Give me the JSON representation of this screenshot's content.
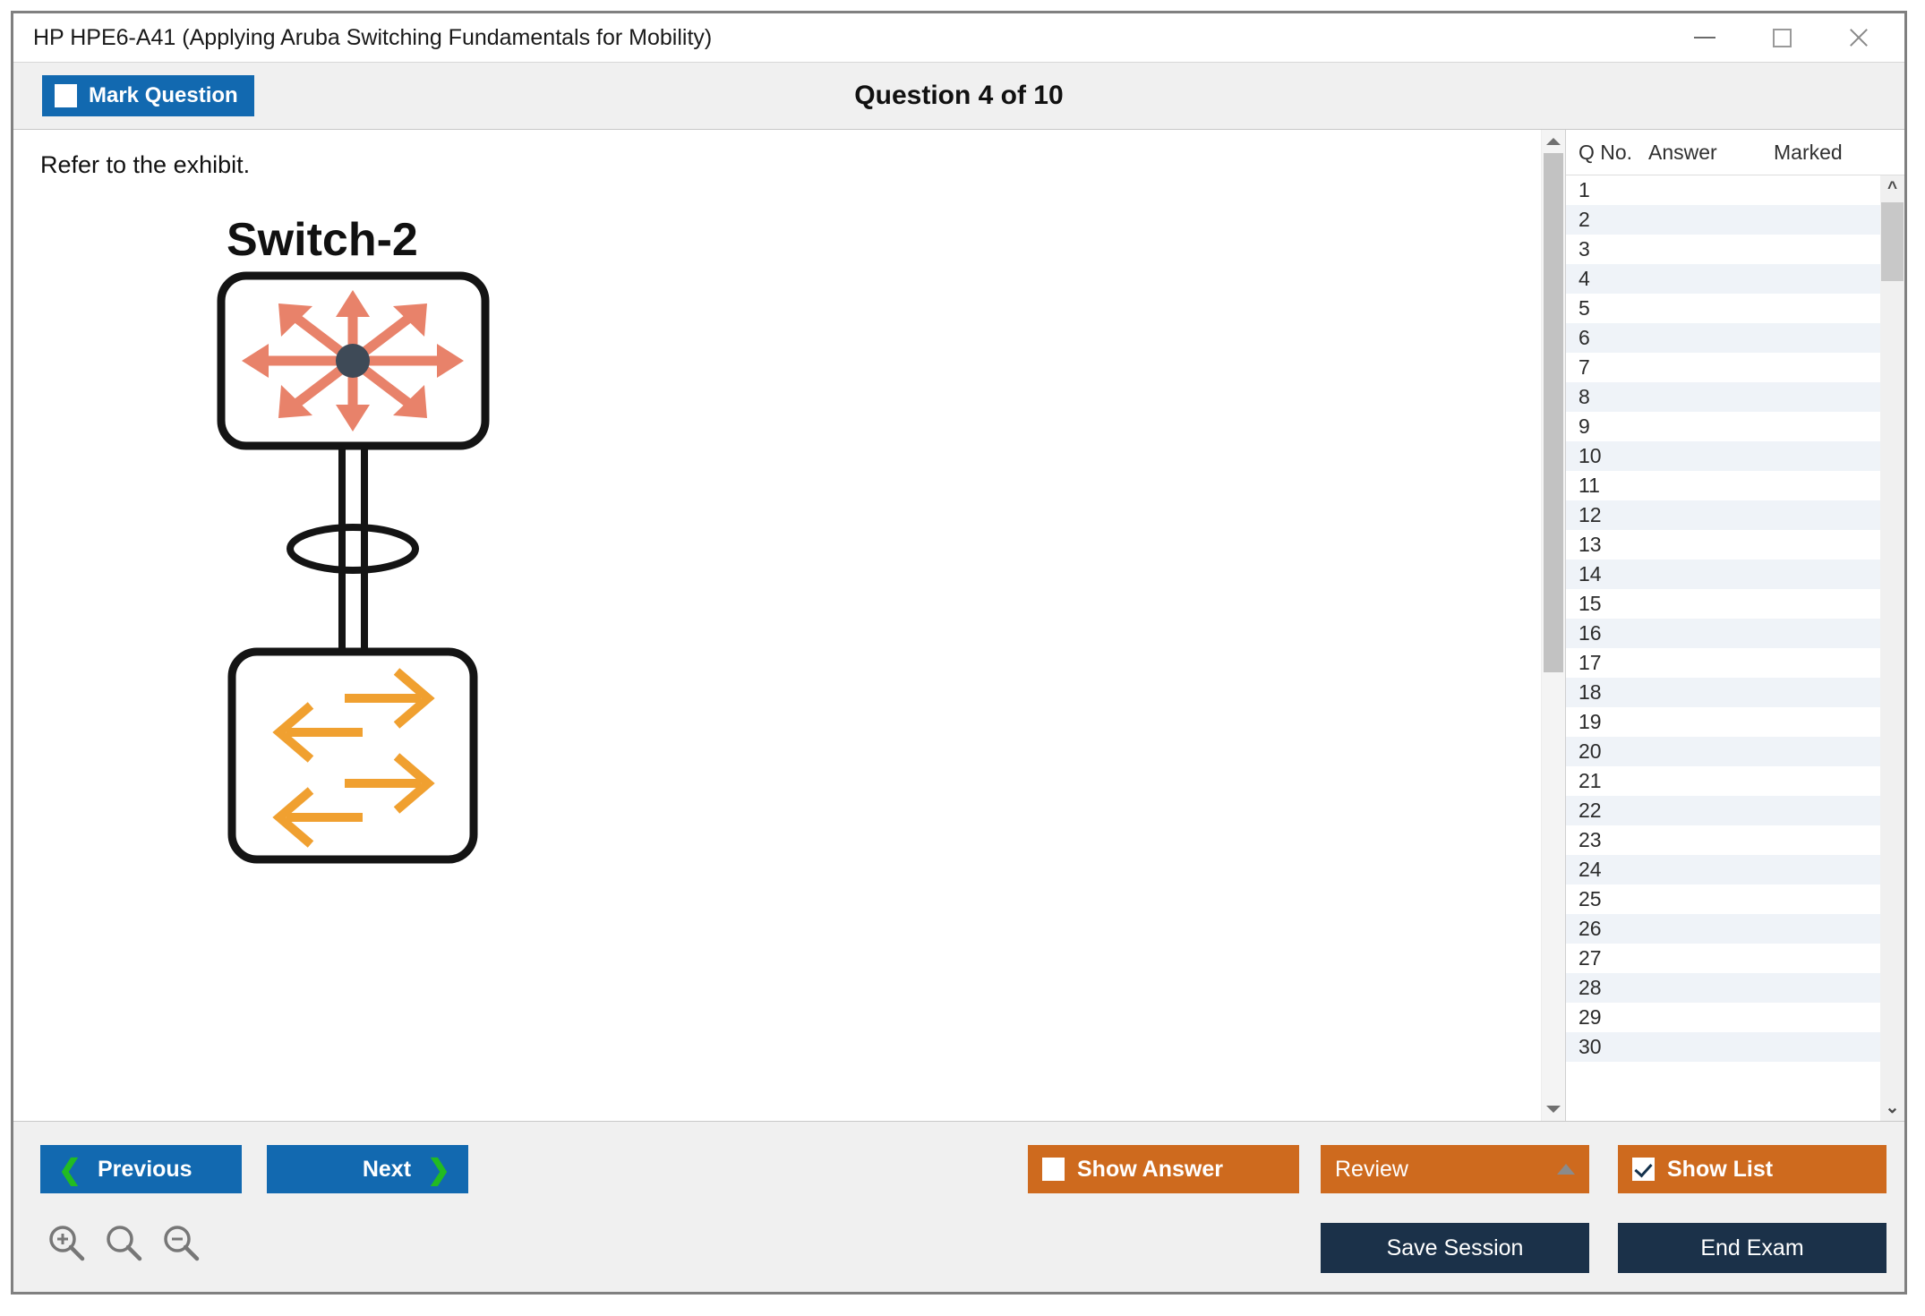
{
  "window": {
    "title": "HP HPE6-A41 (Applying Aruba Switching Fundamentals for Mobility)",
    "controls": {
      "minimize": "minimize-icon",
      "maximize": "maximize-icon",
      "close": "close-icon"
    }
  },
  "header": {
    "mark_question_label": "Mark Question",
    "mark_question_checked": false,
    "question_counter": "Question 4 of 10"
  },
  "content": {
    "refer_text": "Refer to the exhibit.",
    "exhibit": {
      "top_device_label": "Switch-2",
      "top_device_icon": "layer3-switch-icon",
      "bottom_device_icon": "layer2-switch-icon",
      "link_icon": "link-aggregation-ellipse-icon",
      "top_arrow_color": "#E8826A",
      "bottom_arrow_color": "#F0A030",
      "outline_color": "#111111"
    }
  },
  "question_list": {
    "columns": [
      "Q No.",
      "Answer",
      "Marked"
    ],
    "rows": [
      {
        "no": "1",
        "answer": "",
        "marked": ""
      },
      {
        "no": "2",
        "answer": "",
        "marked": ""
      },
      {
        "no": "3",
        "answer": "",
        "marked": ""
      },
      {
        "no": "4",
        "answer": "",
        "marked": ""
      },
      {
        "no": "5",
        "answer": "",
        "marked": ""
      },
      {
        "no": "6",
        "answer": "",
        "marked": ""
      },
      {
        "no": "7",
        "answer": "",
        "marked": ""
      },
      {
        "no": "8",
        "answer": "",
        "marked": ""
      },
      {
        "no": "9",
        "answer": "",
        "marked": ""
      },
      {
        "no": "10",
        "answer": "",
        "marked": ""
      },
      {
        "no": "11",
        "answer": "",
        "marked": ""
      },
      {
        "no": "12",
        "answer": "",
        "marked": ""
      },
      {
        "no": "13",
        "answer": "",
        "marked": ""
      },
      {
        "no": "14",
        "answer": "",
        "marked": ""
      },
      {
        "no": "15",
        "answer": "",
        "marked": ""
      },
      {
        "no": "16",
        "answer": "",
        "marked": ""
      },
      {
        "no": "17",
        "answer": "",
        "marked": ""
      },
      {
        "no": "18",
        "answer": "",
        "marked": ""
      },
      {
        "no": "19",
        "answer": "",
        "marked": ""
      },
      {
        "no": "20",
        "answer": "",
        "marked": ""
      },
      {
        "no": "21",
        "answer": "",
        "marked": ""
      },
      {
        "no": "22",
        "answer": "",
        "marked": ""
      },
      {
        "no": "23",
        "answer": "",
        "marked": ""
      },
      {
        "no": "24",
        "answer": "",
        "marked": ""
      },
      {
        "no": "25",
        "answer": "",
        "marked": ""
      },
      {
        "no": "26",
        "answer": "",
        "marked": ""
      },
      {
        "no": "27",
        "answer": "",
        "marked": ""
      },
      {
        "no": "28",
        "answer": "",
        "marked": ""
      },
      {
        "no": "29",
        "answer": "",
        "marked": ""
      },
      {
        "no": "30",
        "answer": "",
        "marked": ""
      }
    ]
  },
  "footer": {
    "previous_label": "Previous",
    "next_label": "Next",
    "show_answer_label": "Show Answer",
    "show_answer_checked": false,
    "review_label": "Review",
    "show_list_label": "Show List",
    "show_list_checked": true,
    "save_session_label": "Save Session",
    "end_exam_label": "End Exam",
    "zoom_icons": [
      "zoom-in-icon",
      "zoom-reset-icon",
      "zoom-out-icon"
    ]
  },
  "colors": {
    "blue": "#1269B0",
    "orange": "#CE6A1E",
    "navy": "#1B3149",
    "green_chevron": "#22BB22",
    "row_alt": "#EFF3F8",
    "panel_gray": "#F0F0F0"
  }
}
